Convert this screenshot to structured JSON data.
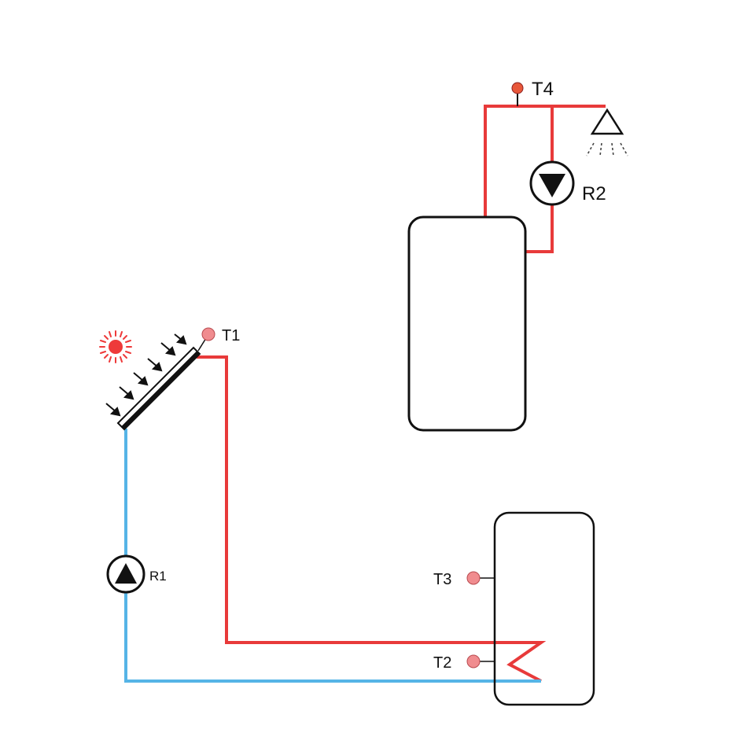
{
  "diagram": {
    "sensors": {
      "t1": {
        "label": "T1"
      },
      "t2": {
        "label": "T2"
      },
      "t3": {
        "label": "T3"
      },
      "t4": {
        "label": "T4"
      }
    },
    "pumps": {
      "r1": {
        "label": "R1",
        "direction": "up"
      },
      "r2": {
        "label": "R2",
        "direction": "down"
      }
    },
    "components": {
      "solar_collector": "solar-collector-panel",
      "sun": "sun-icon",
      "buffer_tank": "storage-tank-lower",
      "hot_water_tank": "storage-tank-upper",
      "shower": "shower-head-icon"
    },
    "colors": {
      "hot_pipe": "#e83a3a",
      "cold_pipe": "#56b4e6",
      "sensor": "#f08c8f",
      "sun": "#ee3a3a",
      "outline": "#111111"
    }
  }
}
